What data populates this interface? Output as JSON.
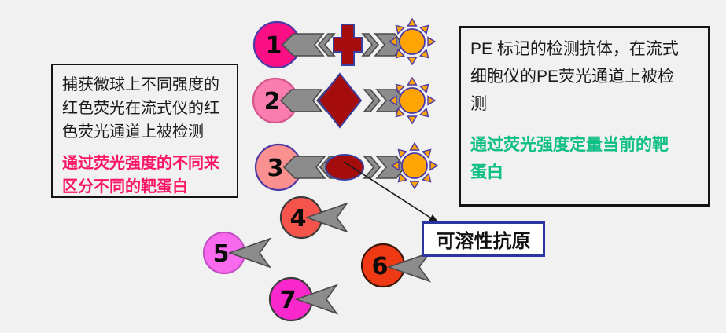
{
  "left_box": {
    "black_lines": [
      "捕获微球上不同强度的",
      "红色荧光在流式仪的红",
      "色荧光通道上被检测"
    ],
    "highlight_lines": [
      "通过荧光强度的不同来",
      "区分不同的靶蛋白"
    ],
    "highlight_color": "#FB1566"
  },
  "right_box": {
    "black_lines": [
      "PE 标记的检测抗体，在流式",
      "细胞仪的PE荧光通道上被检",
      "测"
    ],
    "highlight_lines": [
      "通过荧光强度定量当前的靶",
      "蛋白"
    ],
    "highlight_color": "#0DBE85"
  },
  "antigen_label": {
    "text": "可溶性抗原",
    "border_color": "#2A35A0"
  },
  "beads": [
    {
      "number": "1",
      "fill": "#FA0F85",
      "stroke": "#4B3AA6",
      "antigen": "cross",
      "has_detector": true
    },
    {
      "number": "2",
      "fill": "#FB7CAE",
      "stroke": "#D4548C",
      "antigen": "diamond",
      "has_detector": true
    },
    {
      "number": "3",
      "fill": "#FB9090",
      "stroke": "#4B3AA6",
      "antigen": "ellipse",
      "has_detector": true
    },
    {
      "number": "4",
      "fill": "#F4544B",
      "stroke": "#3A3A3A",
      "antigen": "",
      "has_detector": false
    },
    {
      "number": "5",
      "fill": "#FA6AEF",
      "stroke": "#C24FC2",
      "antigen": "",
      "has_detector": false
    },
    {
      "number": "6",
      "fill": "#EF3814",
      "stroke": "#3A1505",
      "antigen": "",
      "has_detector": false
    },
    {
      "number": "7",
      "fill": "#F928CC",
      "stroke": "#3A3A3A",
      "antigen": "",
      "has_detector": false
    }
  ],
  "palette": {
    "background": "#F1F1F1",
    "antibody_gray": "#8C8C8C",
    "antigen_red": "#A50D0D",
    "fluorophore_orange": "#FFA405",
    "outline_navy": "#4B3AA6",
    "box_border": "#141414"
  }
}
